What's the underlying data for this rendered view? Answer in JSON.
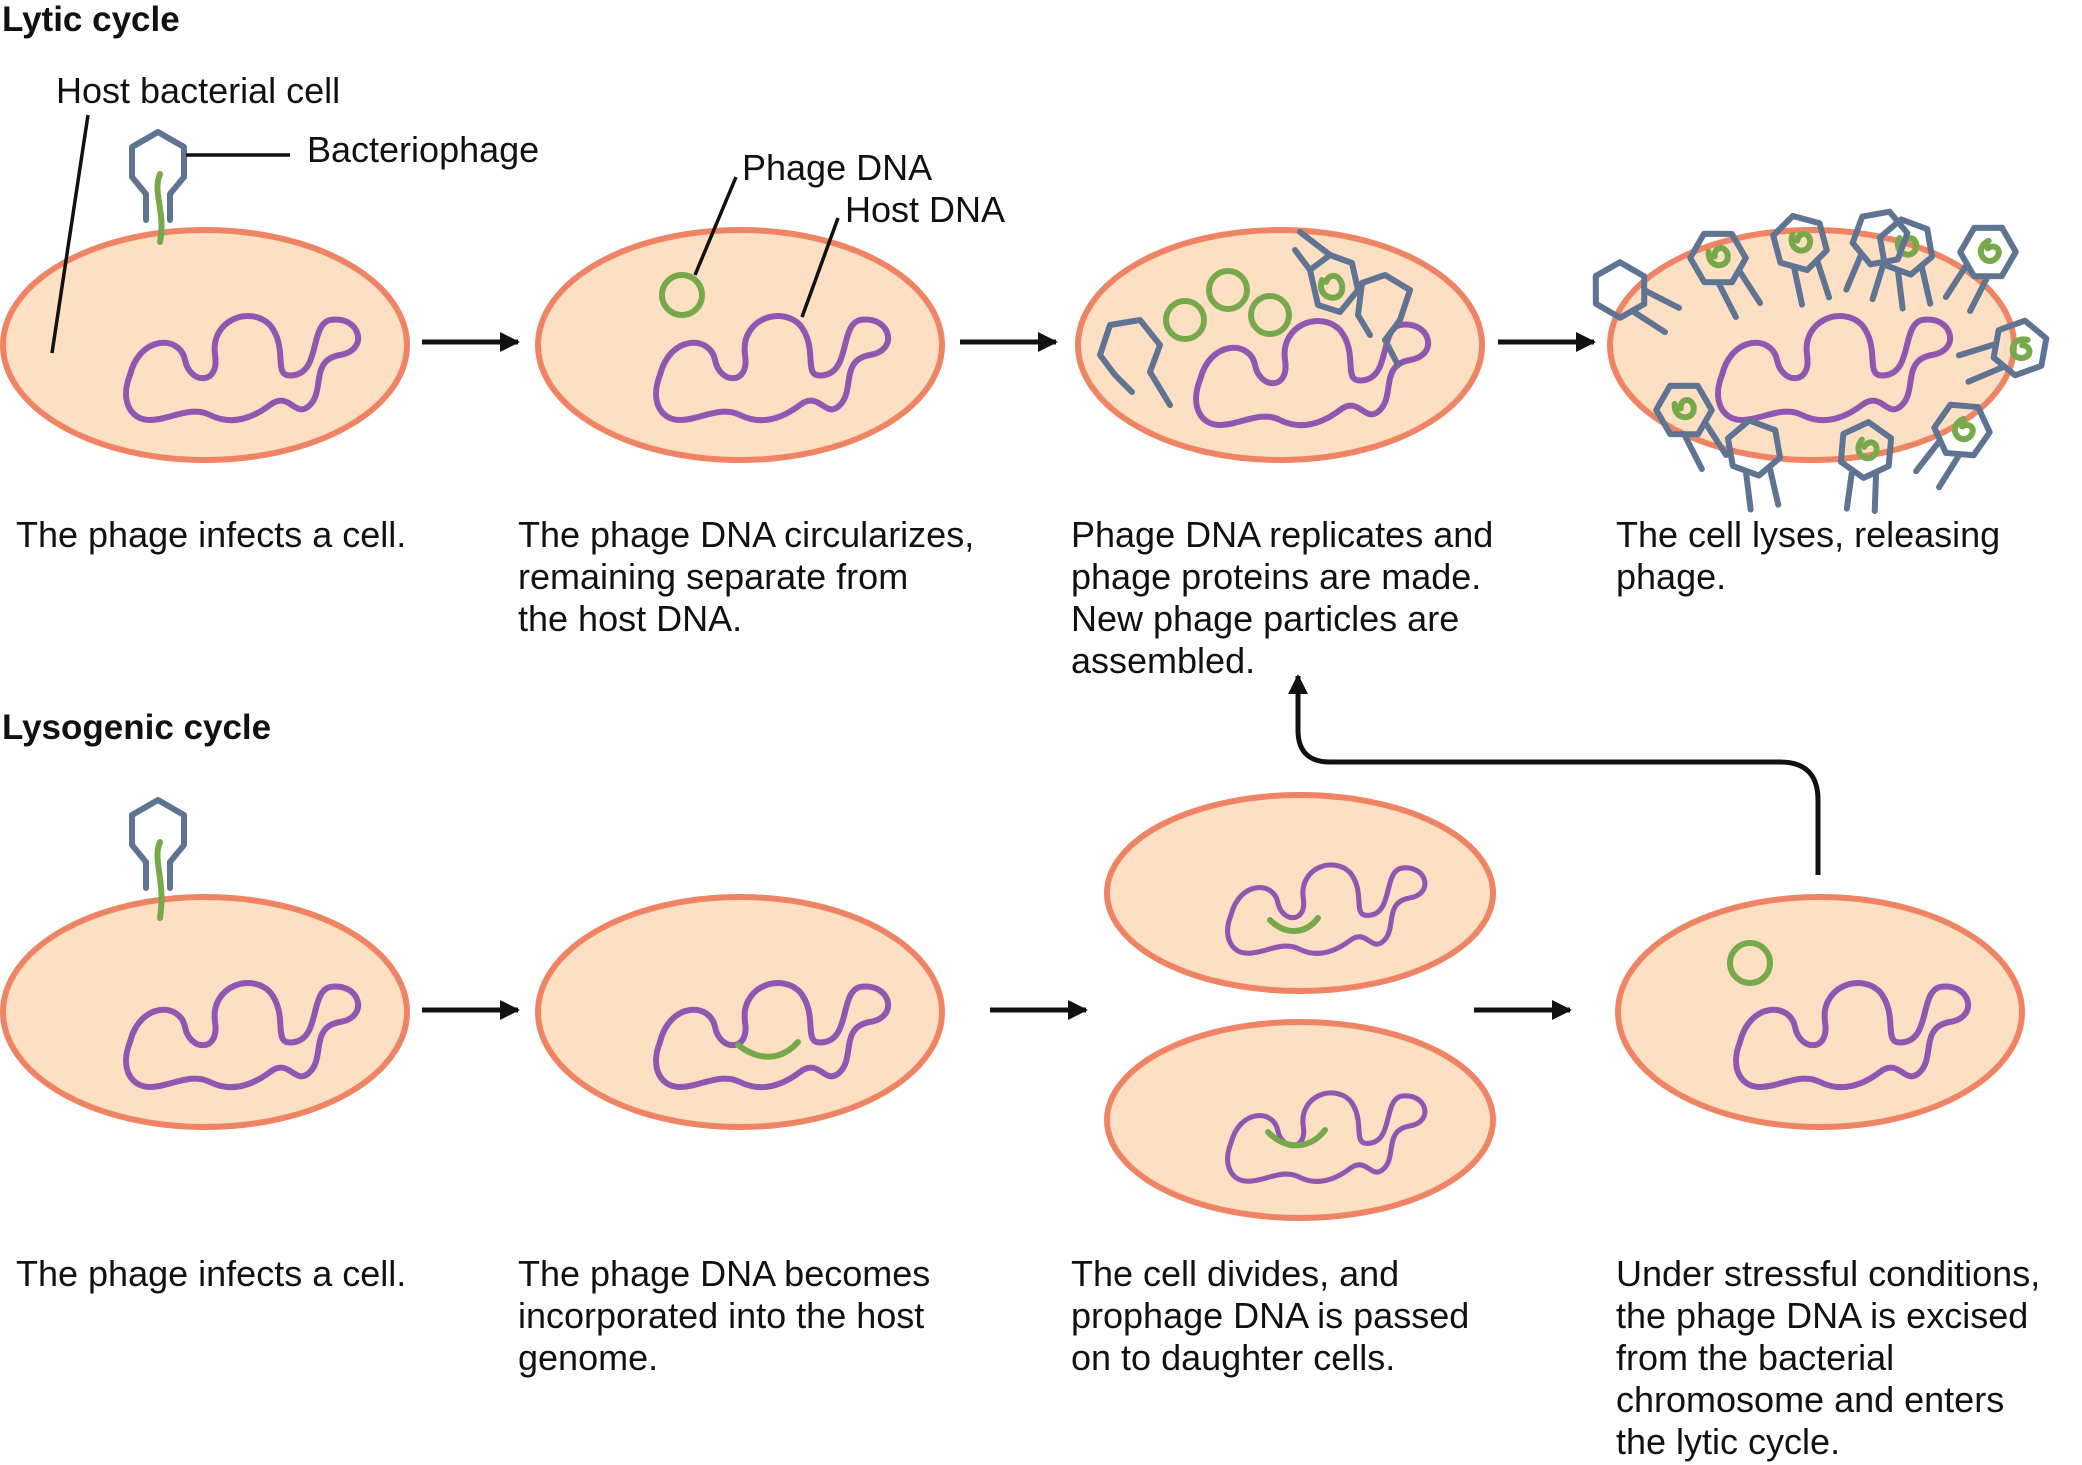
{
  "lytic": {
    "title": "Lytic cycle",
    "labels": {
      "host_cell": "Host bacterial cell",
      "bacteriophage": "Bacteriophage",
      "phage_dna": "Phage DNA",
      "host_dna": "Host DNA"
    },
    "captions": [
      "The phage infects a cell.",
      "The phage DNA circularizes,\nremaining separate from\nthe host DNA.",
      "Phage DNA replicates and\nphage proteins are made.\nNew phage particles are\nassembled.",
      "The cell lyses, releasing\nphage."
    ]
  },
  "lysogenic": {
    "title": "Lysogenic cycle",
    "captions": [
      "The phage infects a cell.",
      "The phage DNA becomes\nincorporated into the host\ngenome.",
      "The cell divides, and\nprophage DNA is passed\non to daughter cells.",
      "Under stressful conditions,\nthe phage DNA is excised\nfrom the bacterial\nchromosome and enters\nthe lytic cycle."
    ]
  },
  "colors": {
    "cell_fill": "#fde0c4",
    "cell_outline": "#ef8464",
    "host_dna": "#9056b0",
    "phage_dna": "#76a94a",
    "phage_capsid": "#5f7392",
    "arrow": "#111111"
  }
}
